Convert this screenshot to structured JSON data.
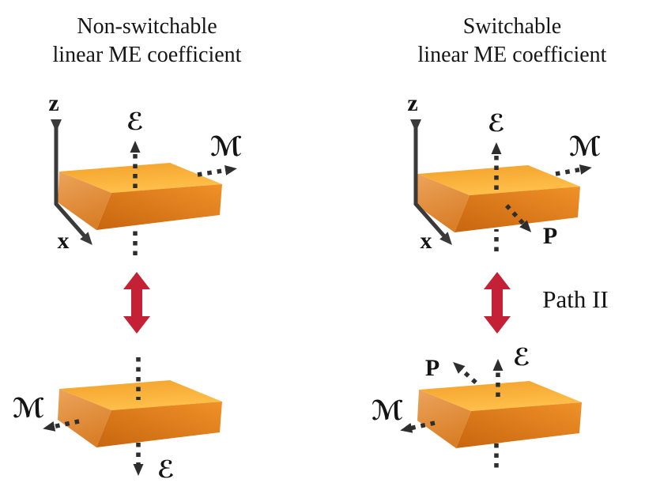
{
  "figure": {
    "left_panel": {
      "title_line1": "Non-switchable",
      "title_line2": "linear ME coefficient",
      "top_diagram": {
        "z_label": "z",
        "x_label": "x",
        "e_label": "ℰ",
        "m_label": "ℳ"
      },
      "bottom_diagram": {
        "e_label": "ℰ",
        "m_label": "ℳ"
      }
    },
    "right_panel": {
      "title_line1": "Switchable",
      "title_line2": "linear ME coefficient",
      "path_label": "Path II",
      "top_diagram": {
        "z_label": "z",
        "x_label": "x",
        "e_label": "ℰ",
        "m_label": "ℳ",
        "p_label": "P"
      },
      "bottom_diagram": {
        "e_label": "ℰ",
        "m_label": "ℳ",
        "p_label": "P"
      }
    },
    "colors": {
      "background": "#ffffff",
      "double_arrow_red": "#c42136",
      "axis_dark": "#3a3a3a",
      "dotted_arrow_dark": "#2e2e2e",
      "slab_top_light": "#ffc04a",
      "slab_top_dark": "#f2a02a",
      "slab_front_light": "#f09128",
      "slab_front_dark": "#c8650f",
      "slab_side": "#e49a4e",
      "text": "#141414"
    }
  }
}
